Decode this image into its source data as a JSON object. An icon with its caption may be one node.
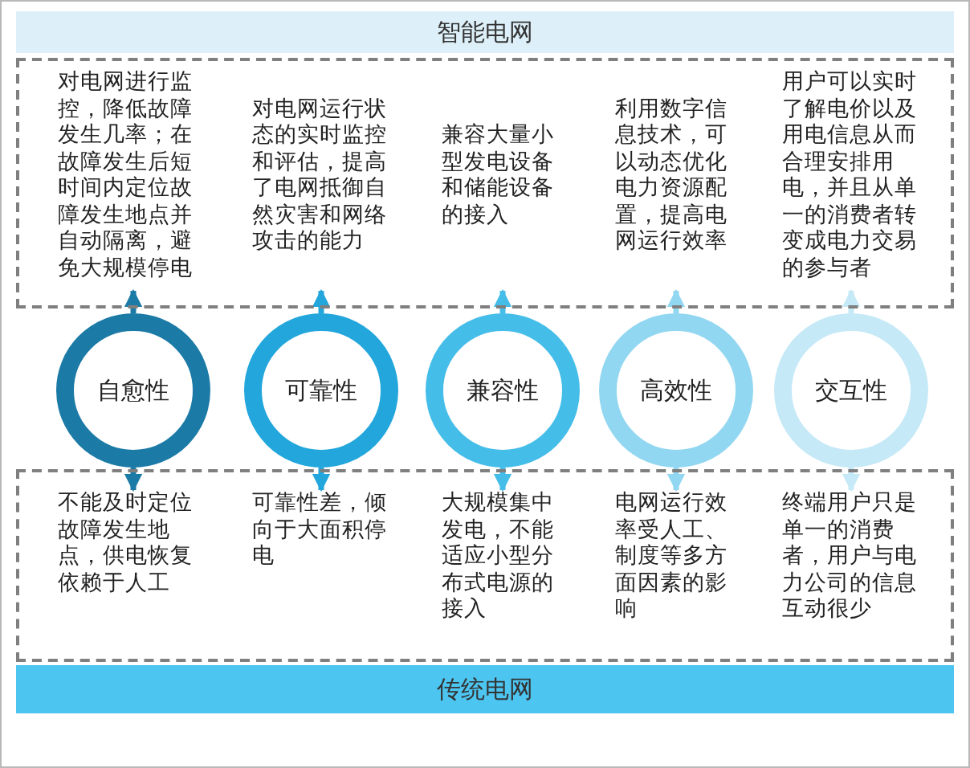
{
  "diagram": {
    "nodes": [
      {
        "text": [
          "智能电网"
        ]
      },
      {
        "text": [],
        "shape": "box"
      },
      {
        "text": [
          "对电网进行监控，降低故障发生几率；在故障发生后短时间内定位故障发生地点并自动隔离，避免大规模停电"
        ],
        "in": 1
      },
      {
        "text": [
          "对电网运行状态的实时监控和评估，提高了电网抵御自然灾害和网络攻击的能力"
        ],
        "in": 1
      },
      {
        "text": [
          "兼容大量小型发电设备和储能设备的接入"
        ],
        "in": 1
      },
      {
        "text": [
          "利用数字信息技术，可以动态优化电力资源配置，提高电网运行效率"
        ],
        "in": 1
      },
      {
        "text": [
          "用户可以实时了解电价以及用电信息从而合理安排用电，并且从单一的消费者转变成电力交易的参与者"
        ],
        "in": 1
      },
      {
        "text": [
          "自愈性"
        ]
      },
      {
        "text": [
          "可靠性"
        ]
      },
      {
        "text": [
          "兼容性"
        ]
      },
      {
        "text": [
          "高效性"
        ]
      },
      {
        "text": [
          "交互性"
        ]
      },
      {
        "text": [],
        "shape": "box"
      },
      {
        "text": [
          "不能及时定位故障发生地点，供电恢复依赖于人工"
        ],
        "in": 12
      },
      {
        "text": [
          "可靠性差，倾向于大面积停电"
        ],
        "in": 12
      },
      {
        "text": [
          "大规模集中发电，不能适应小型分布式电源的接入"
        ],
        "in": 12
      },
      {
        "text": [
          "电网运行效率受人工、制度等多方面因素的影响"
        ],
        "in": 12
      },
      {
        "text": [
          "终端用户只是单一的消费者，用户与电力公司的信息互动很少"
        ],
        "in": 12
      },
      {
        "text": [
          "传统电网"
        ]
      }
    ],
    "edges": [
      {
        "from": 7,
        "to": 2,
        "arrow": "to",
        "color": "#1b7aa6"
      },
      {
        "from": 8,
        "to": 3,
        "arrow": "to",
        "color": "#22a6dc"
      },
      {
        "from": 9,
        "to": 4,
        "arrow": "to",
        "color": "#45bde9"
      },
      {
        "from": 10,
        "to": 5,
        "arrow": "to",
        "color": "#92d7f1"
      },
      {
        "from": 11,
        "to": 6,
        "arrow": "to",
        "color": "#c6e9f7"
      },
      {
        "from": 7,
        "to": 13,
        "arrow": "to",
        "color": "#1b7aa6"
      },
      {
        "from": 8,
        "to": 14,
        "arrow": "to",
        "color": "#22a6dc"
      },
      {
        "from": 9,
        "to": 15,
        "arrow": "to",
        "color": "#45bde9"
      },
      {
        "from": 10,
        "to": 16,
        "arrow": "to",
        "color": "#92d7f1"
      },
      {
        "from": 11,
        "to": 17,
        "arrow": "to",
        "color": "#c6e9f7"
      }
    ]
  }
}
